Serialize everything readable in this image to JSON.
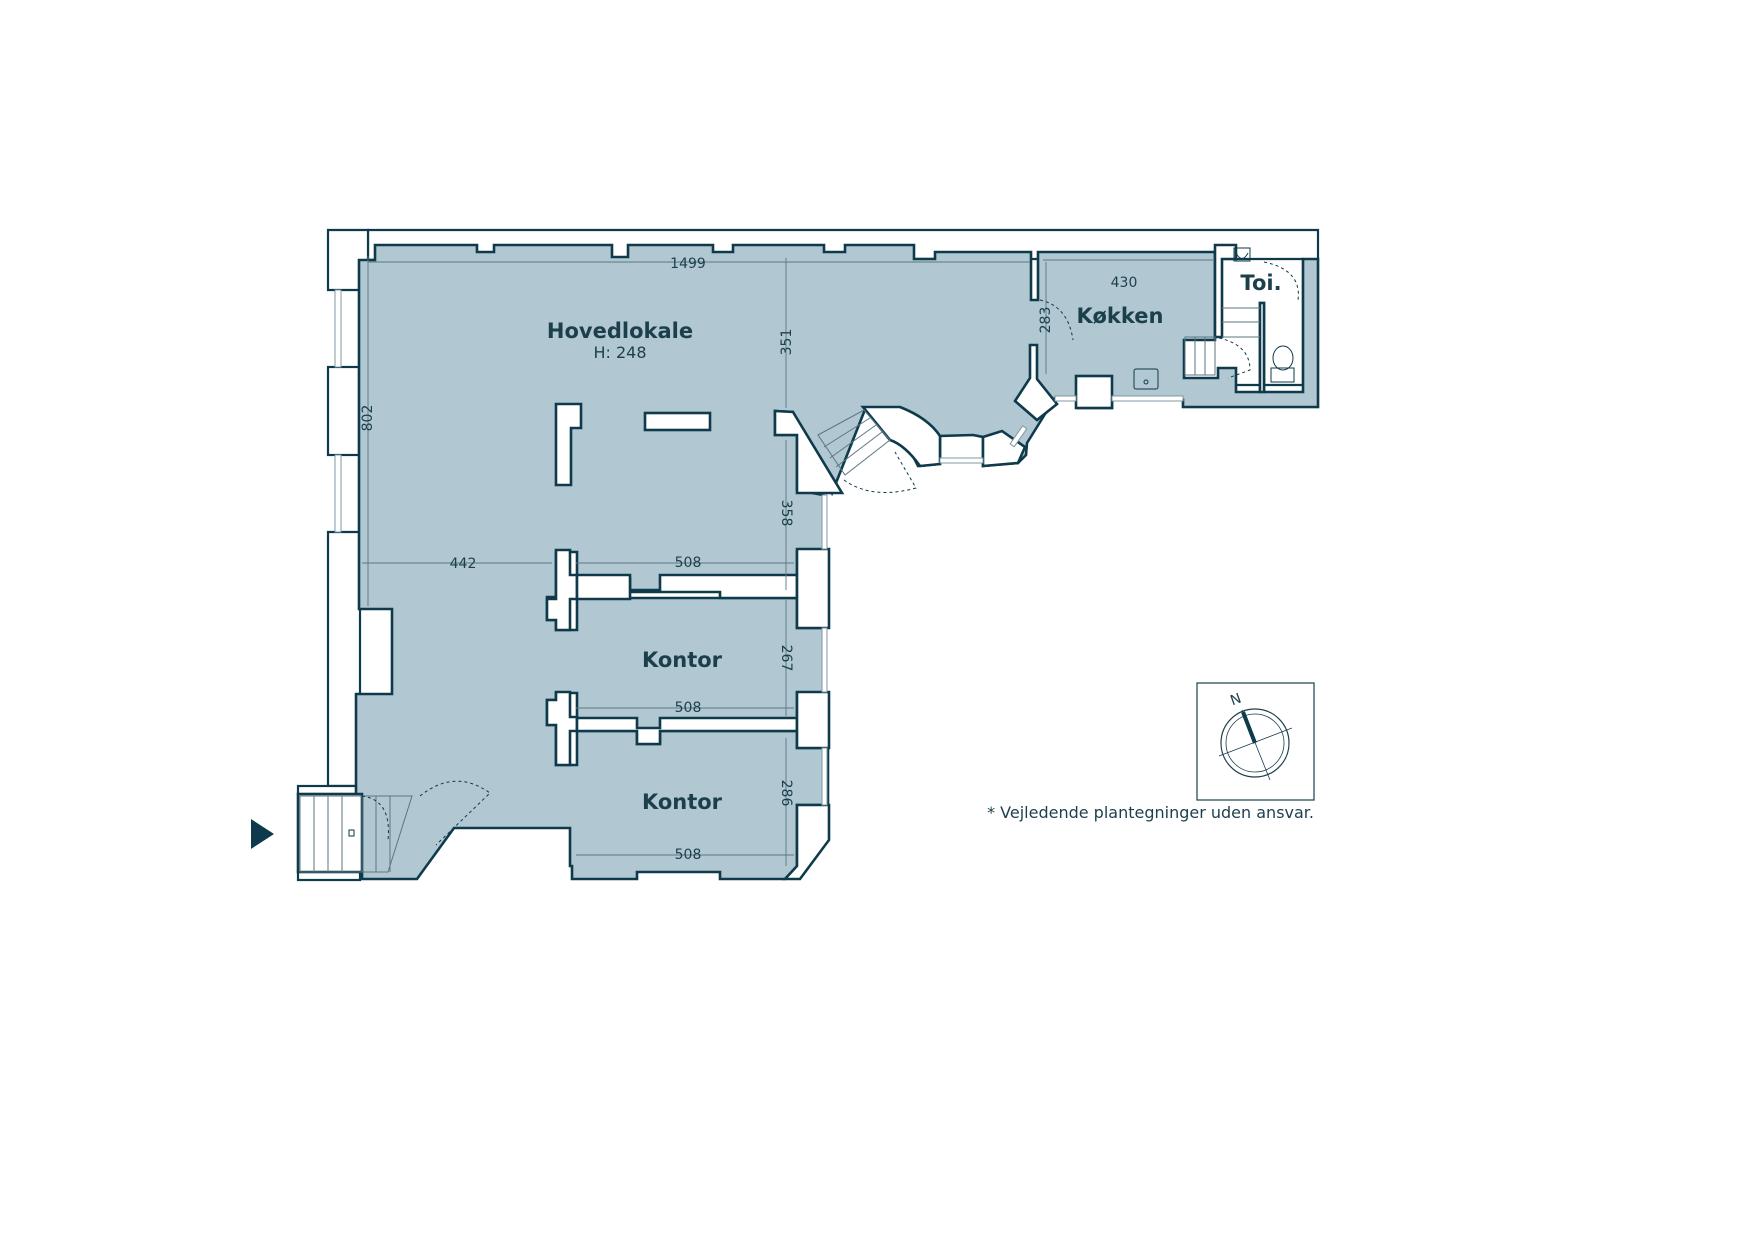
{
  "rooms": {
    "hovedlokale": {
      "name": "Hovedlokale",
      "height": "H: 248"
    },
    "kokken": {
      "name": "Køkken"
    },
    "toilet": {
      "name": "Toi."
    },
    "kontor1": {
      "name": "Kontor"
    },
    "kontor2": {
      "name": "Kontor"
    }
  },
  "dimensions": {
    "main_width": "1499",
    "main_depth": "802",
    "main_right_upper": "351",
    "main_right_lower": "358",
    "left_span": "442",
    "mid_span": "508",
    "kitchen_width": "430",
    "kitchen_depth": "283",
    "kontor1_depth": "267",
    "kontor1_width": "508",
    "kontor2_depth": "286",
    "kontor2_width": "508"
  },
  "compass": {
    "north_label": "N"
  },
  "disclaimer": "* Vejledende plantegninger uden ansvar.",
  "colors": {
    "floor": "#b1c7d1",
    "walls": "#0e3a4b",
    "text": "#1c3f4c"
  },
  "icons": {
    "entrance": "entrance-arrow-icon",
    "compass": "compass-icon"
  }
}
